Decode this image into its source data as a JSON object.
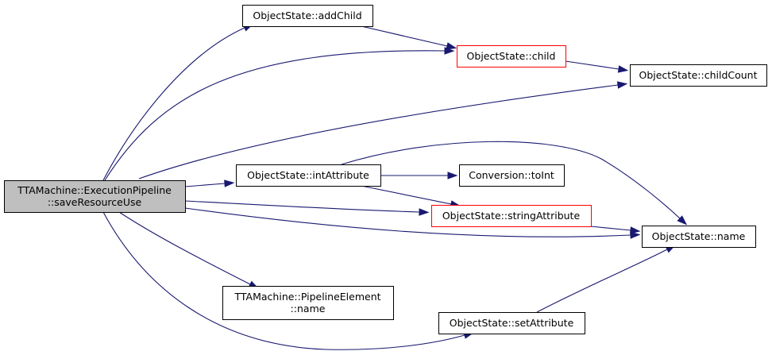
{
  "colors": {
    "edge": "#191970",
    "root_fill": "#bfbfbf",
    "node_fill": "#ffffff",
    "normal_border": "#000000",
    "highlight_border": "#ff0000"
  },
  "nodes": [
    {
      "id": "execpipeline-saveresourceuse",
      "lines": [
        "TTAMachine::ExecutionPipeline",
        "::saveResourceUse"
      ],
      "root": true
    },
    {
      "id": "objectstate-addchild",
      "lines": [
        "ObjectState::addChild"
      ]
    },
    {
      "id": "objectstate-child",
      "lines": [
        "ObjectState::child"
      ],
      "highlight": true
    },
    {
      "id": "objectstate-childcount",
      "lines": [
        "ObjectState::childCount"
      ]
    },
    {
      "id": "objectstate-intattribute",
      "lines": [
        "ObjectState::intAttribute"
      ]
    },
    {
      "id": "conversion-toint",
      "lines": [
        "Conversion::toInt"
      ]
    },
    {
      "id": "objectstate-stringattribute",
      "lines": [
        "ObjectState::stringAttribute"
      ],
      "highlight": true
    },
    {
      "id": "objectstate-name",
      "lines": [
        "ObjectState::name"
      ]
    },
    {
      "id": "pipelineelement-name",
      "lines": [
        "TTAMachine::PipelineElement",
        "::name"
      ]
    },
    {
      "id": "objectstate-setattribute",
      "lines": [
        "ObjectState::setAttribute"
      ]
    }
  ],
  "edges": [
    [
      "execpipeline-saveresourceuse",
      "objectstate-addchild"
    ],
    [
      "execpipeline-saveresourceuse",
      "objectstate-child"
    ],
    [
      "execpipeline-saveresourceuse",
      "objectstate-childcount"
    ],
    [
      "execpipeline-saveresourceuse",
      "objectstate-intattribute"
    ],
    [
      "execpipeline-saveresourceuse",
      "objectstate-stringattribute"
    ],
    [
      "execpipeline-saveresourceuse",
      "objectstate-name"
    ],
    [
      "execpipeline-saveresourceuse",
      "pipelineelement-name"
    ],
    [
      "execpipeline-saveresourceuse",
      "objectstate-setattribute"
    ],
    [
      "objectstate-addchild",
      "objectstate-child"
    ],
    [
      "objectstate-child",
      "objectstate-childcount"
    ],
    [
      "objectstate-intattribute",
      "conversion-toint"
    ],
    [
      "objectstate-intattribute",
      "objectstate-stringattribute"
    ],
    [
      "objectstate-intattribute",
      "objectstate-name"
    ],
    [
      "objectstate-stringattribute",
      "objectstate-name"
    ],
    [
      "objectstate-setattribute",
      "objectstate-name"
    ]
  ]
}
